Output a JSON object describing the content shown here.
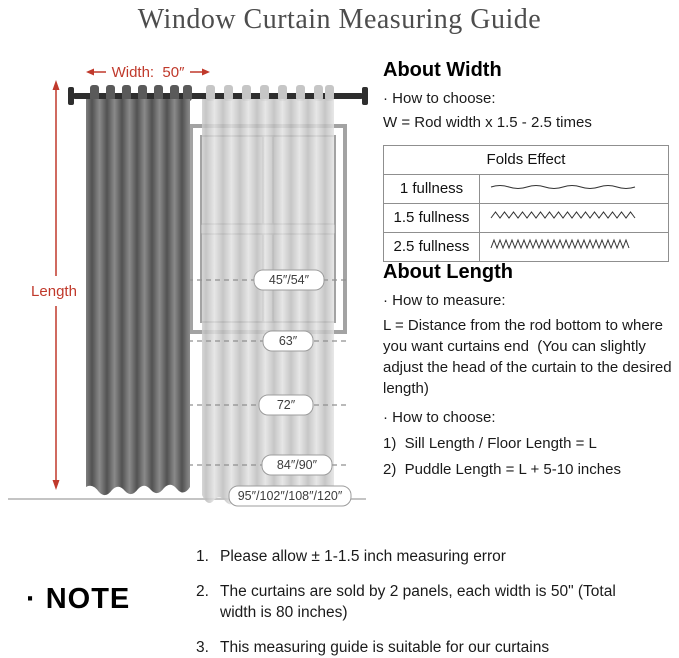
{
  "title": "Window Curtain Measuring Guide",
  "diagram": {
    "width_label": "Width:  50″",
    "length_label": "Length",
    "size_tags": [
      "45″/54″",
      "63″",
      "72″",
      "84″/90″",
      "95″/102″/108″/120″"
    ]
  },
  "about_width": {
    "heading": "About Width",
    "choose_label": "· How to choose:",
    "formula": "W = Rod width x 1.5 - 2.5 times",
    "folds_table": {
      "header": "Folds Effect",
      "rows": [
        {
          "label": "1 fullness",
          "wave": "gentle-wave"
        },
        {
          "label": "1.5 fullness",
          "wave": "medium-zigzag"
        },
        {
          "label": "2.5 fullness",
          "wave": "dense-zigzag"
        }
      ]
    }
  },
  "about_length": {
    "heading": "About Length",
    "measure_label": "· How to measure:",
    "measure_text": "L = Distance from the rod bottom to where you want curtains end  (You can slightly adjust the head of the curtain to the desired length)",
    "choose_label": "· How to choose:",
    "choose_items": [
      "1)  Sill Length / Floor Length = L",
      "2)  Puddle Length = L + 5-10 inches"
    ]
  },
  "note": {
    "heading": "· NOTE",
    "items": [
      {
        "num": "1.",
        "text": "Please allow ± 1-1.5 inch measuring error"
      },
      {
        "num": "2.",
        "text": "The curtains are sold by 2 panels, each width is 50\" (Total width is 80 inches)"
      },
      {
        "num": "3.",
        "text": "This measuring guide is suitable for our curtains"
      }
    ]
  },
  "colors": {
    "accent_red": "#c0392b",
    "curtain_dark": "#6e6e6e",
    "curtain_light": "#cccccc",
    "rod_black": "#2e2e2e",
    "frame_gray": "#a3a3a3"
  }
}
